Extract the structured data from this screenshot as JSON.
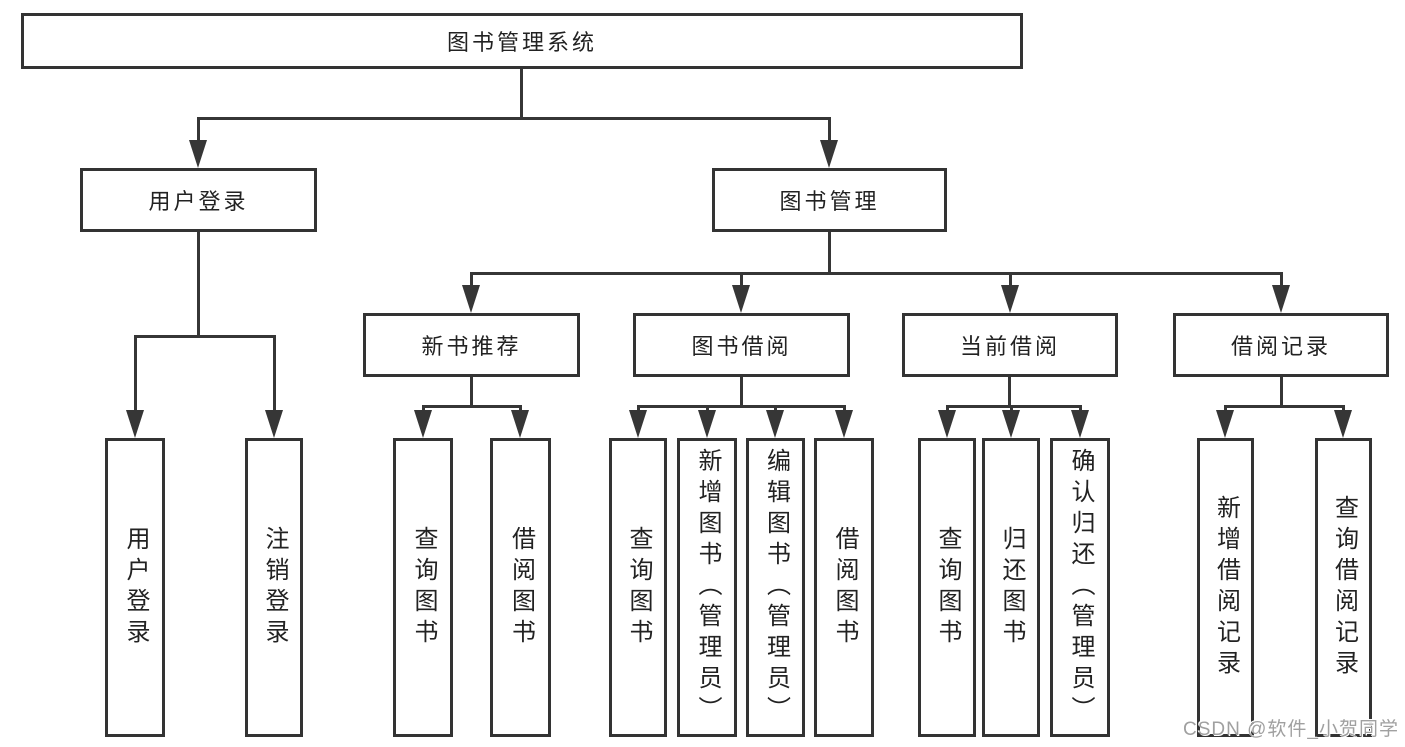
{
  "diagram": {
    "title": "图书管理系统",
    "root": {
      "label": "图书管理系统"
    },
    "level2": [
      {
        "label": "用户登录"
      },
      {
        "label": "图书管理"
      }
    ],
    "level3": [
      {
        "label": "新书推荐"
      },
      {
        "label": "图书借阅"
      },
      {
        "label": "当前借阅"
      },
      {
        "label": "借阅记录"
      }
    ],
    "leaves": [
      {
        "label": "用户登录"
      },
      {
        "label": "注销登录"
      },
      {
        "label": "查询图书"
      },
      {
        "label": "借阅图书"
      },
      {
        "label": "查询图书"
      },
      {
        "label": "新增图书（管理员）"
      },
      {
        "label": "编辑图书（管理员）"
      },
      {
        "label": "借阅图书"
      },
      {
        "label": "查询图书"
      },
      {
        "label": "归还图书"
      },
      {
        "label": "确认归还（管理员）"
      },
      {
        "label": "新增借阅记录"
      },
      {
        "label": "查询借阅记录"
      }
    ]
  },
  "watermark": {
    "text": "CSDN @软件_小贺同学"
  },
  "colors": {
    "line": "#363636",
    "border": "#333333",
    "text": "#222222",
    "watermark_text": "#a0a0a0",
    "background": "#ffffff"
  }
}
